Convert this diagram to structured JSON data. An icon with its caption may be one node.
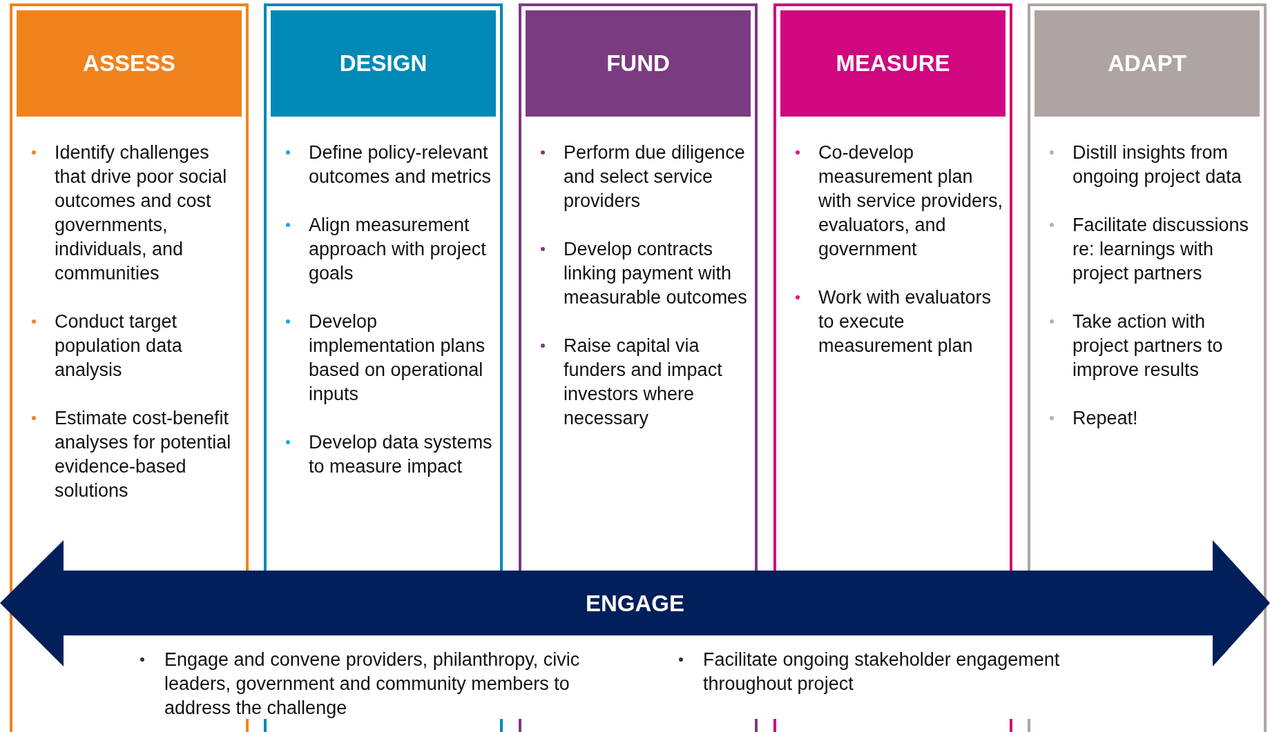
{
  "diagram": {
    "nodes": [
      {
        "text": [
          "Identify challenges that drive poor social outcomes and cost governments, individuals, and communities",
          "Conduct target population data analysis",
          "Estimate cost-benefit analyses for potential evidence-based solutions"
        ]
      },
      {
        "text": [
          "ASSESS"
        ],
        "in": 0
      },
      {
        "text": [
          "Define policy-relevant outcomes and metrics",
          "Align measurement approach with project goals",
          "Develop implementation plans based on operational inputs",
          "Develop data systems to measure impact"
        ]
      },
      {
        "text": [
          "DESIGN"
        ],
        "in": 2
      },
      {
        "text": [
          "Perform due diligence and select service providers",
          "Develop contracts linking payment with measurable outcomes",
          "Raise capital via funders and impact investors where necessary"
        ]
      },
      {
        "text": [
          "FUND"
        ],
        "in": 4
      },
      {
        "text": [
          "Co-develop measurement plan with service providers, evaluators, and government",
          "Work with evaluators to execute measurement plan"
        ]
      },
      {
        "text": [
          "MEASURE"
        ],
        "in": 6
      },
      {
        "text": [
          "Distill insights from ongoing project data",
          "Facilitate discussions re: learnings with project partners",
          "Take action with project partners to improve results",
          "Repeat!"
        ]
      },
      {
        "text": [
          "ADAPT"
        ],
        "in": 8
      },
      {
        "text": [
          "ENGAGE"
        ],
        "beside": [
          "Engage and convene providers, philanthropy, civic leaders, government and community members to address the challenge",
          "Facilitate ongoing stakeholder engagement throughout project"
        ]
      }
    ]
  }
}
